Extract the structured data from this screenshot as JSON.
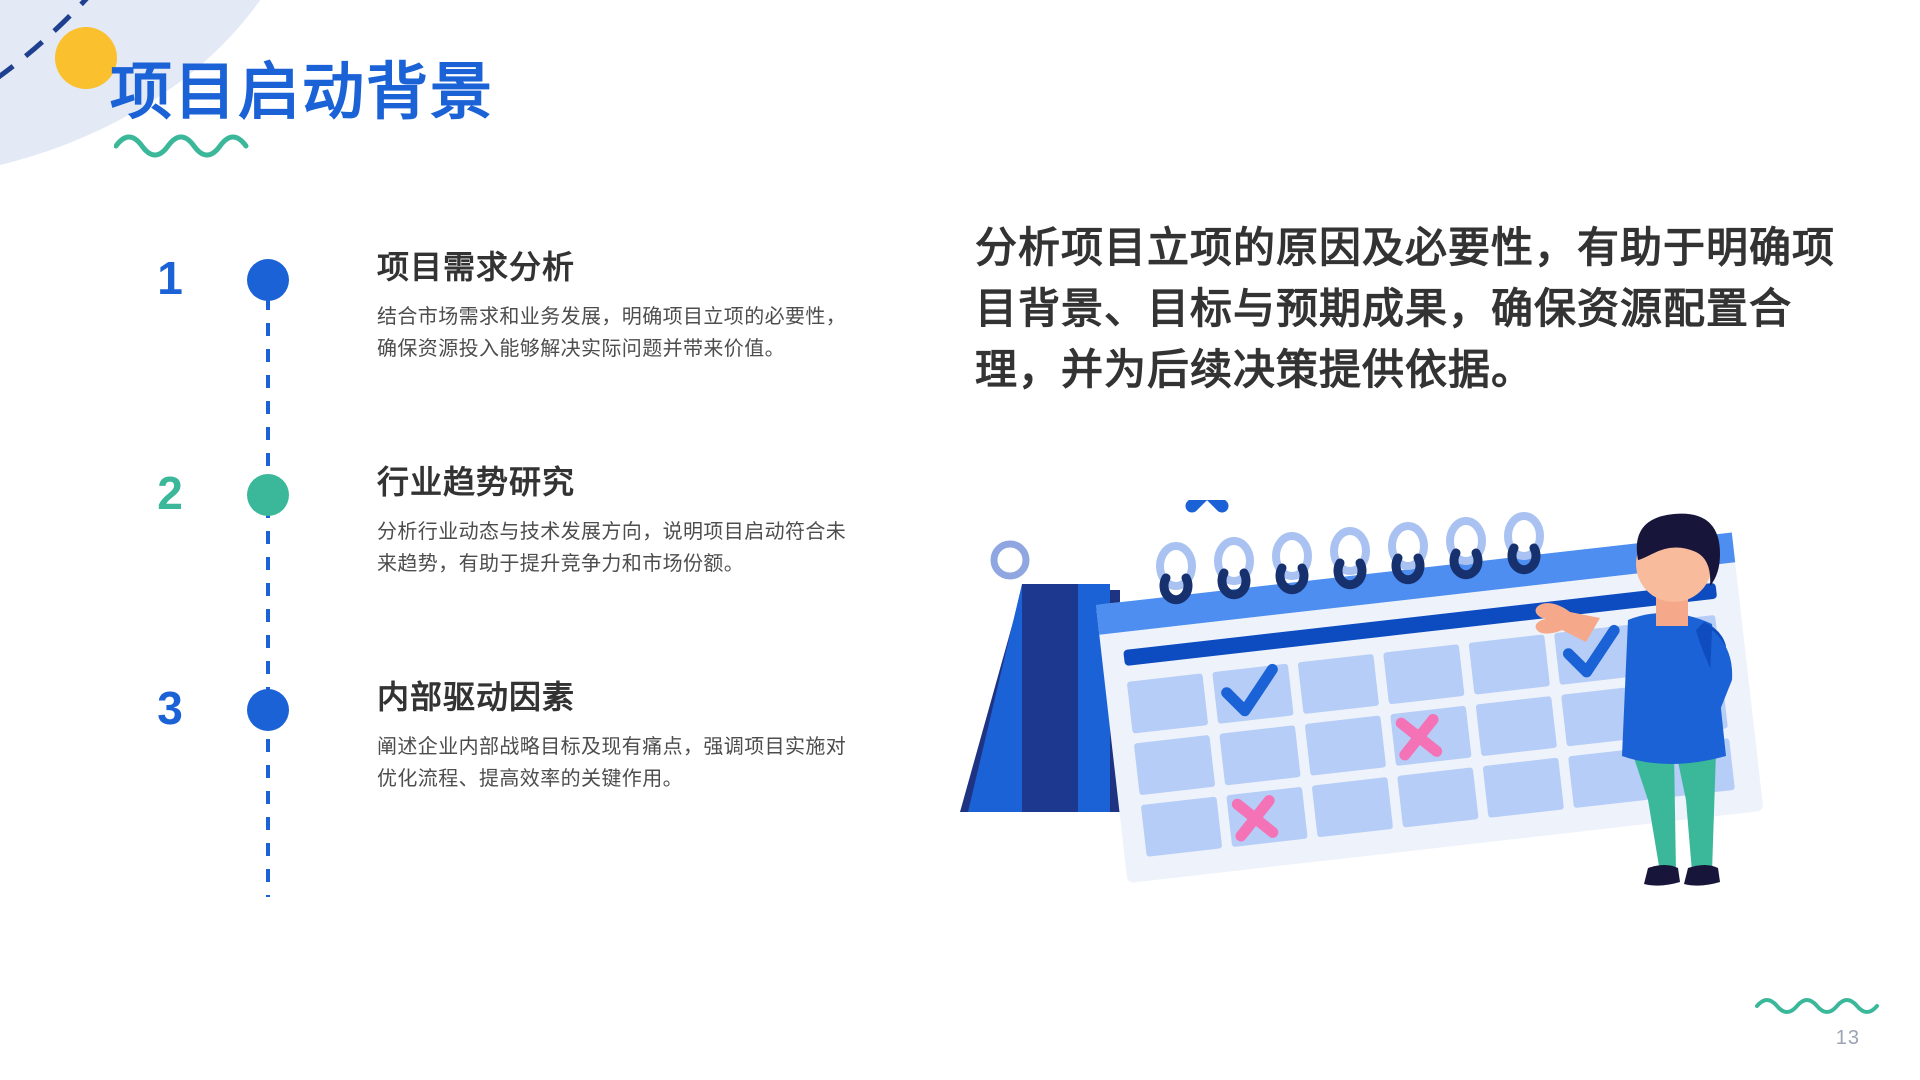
{
  "slide": {
    "title": "项目启动背景",
    "page_number": "13",
    "colors": {
      "primary_blue": "#1a62d6",
      "accent_teal": "#3bb79a",
      "accent_yellow": "#fbc02d",
      "text_dark": "#333333",
      "text_body": "#4d4d4d",
      "bg_blob": "#e3e9f5",
      "pink": "#f472b6",
      "navy": "#1f3383"
    }
  },
  "timeline": {
    "items": [
      {
        "number": "1",
        "title": "项目需求分析",
        "desc": "结合市场需求和业务发展，明确项目立项的必要性，确保资源投入能够解决实际问题并带来价值。",
        "dot_color": "#1a62d6",
        "num_color": "#1a62d6"
      },
      {
        "number": "2",
        "title": "行业趋势研究",
        "desc": "分析行业动态与技术发展方向，说明项目启动符合未来趋势，有助于提升竞争力和市场份额。",
        "dot_color": "#3bb79a",
        "num_color": "#3bb79a"
      },
      {
        "number": "3",
        "title": "内部驱动因素",
        "desc": "阐述企业内部战略目标及现有痛点，强调项目实施对优化流程、提高效率的关键作用。",
        "dot_color": "#1a62d6",
        "num_color": "#1a62d6"
      }
    ]
  },
  "headline": {
    "text": "分析项目立项的原因及必要性，有助于明确项目背景、目标与预期成果，确保资源配置合理，并为后续决策提供依据。"
  },
  "illustration": {
    "name": "calendar-planning-illustration",
    "parts": {
      "calendar": "spiral-desk-calendar",
      "person": "standing-person",
      "check_marks": 2,
      "cross_marks_pink": 2,
      "cross_mark_blue": 1,
      "circle_outline": 1,
      "dashed_line": 1
    }
  }
}
